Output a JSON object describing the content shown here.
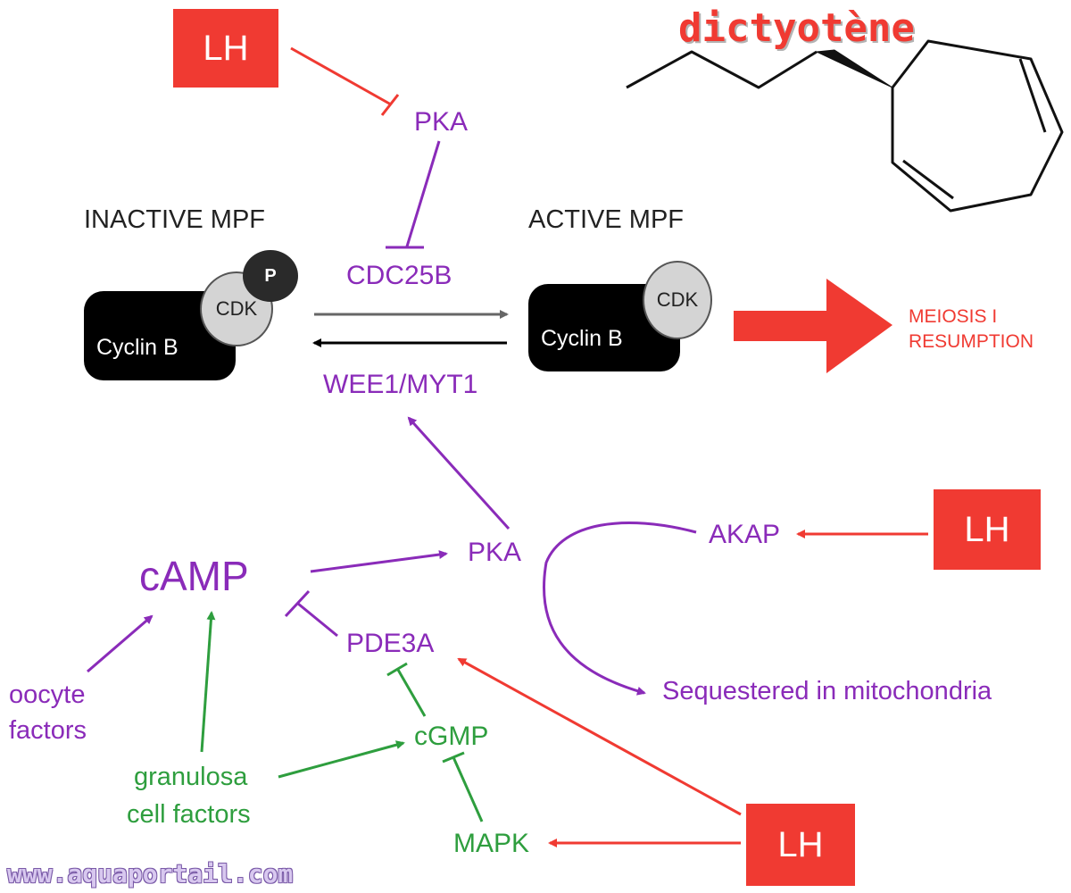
{
  "molecule": {
    "title": "dictyotène"
  },
  "hormones": {
    "lh": "LH"
  },
  "mpf": {
    "inactive_label": "INACTIVE MPF",
    "active_label": "ACTIVE MPF",
    "cyclin": "Cyclin B",
    "cdk": "CDK",
    "phospho": "P"
  },
  "regulators": {
    "pka_top": "PKA",
    "cdc25b": "CDC25B",
    "wee1": "WEE1/MYT1",
    "pka_mid": "PKA",
    "akap": "AKAP",
    "sequestered": "Sequestered in mitochondria",
    "camp": "cAMP",
    "pde3a": "PDE3A",
    "cgmp": "cGMP",
    "mapk": "MAPK"
  },
  "outcome": {
    "line1": "MEIOSIS I",
    "line2": "RESUMPTION"
  },
  "factors": {
    "oocyte_line1": "oocyte",
    "oocyte_line2": "factors",
    "granulosa_line1": "granulosa",
    "granulosa_line2": "cell factors"
  },
  "footer": {
    "site": "www.aquaportail.com"
  },
  "colors": {
    "purple": "#8a2bb9",
    "green": "#2e9e3e",
    "red": "#f03a32",
    "black": "#000000"
  }
}
